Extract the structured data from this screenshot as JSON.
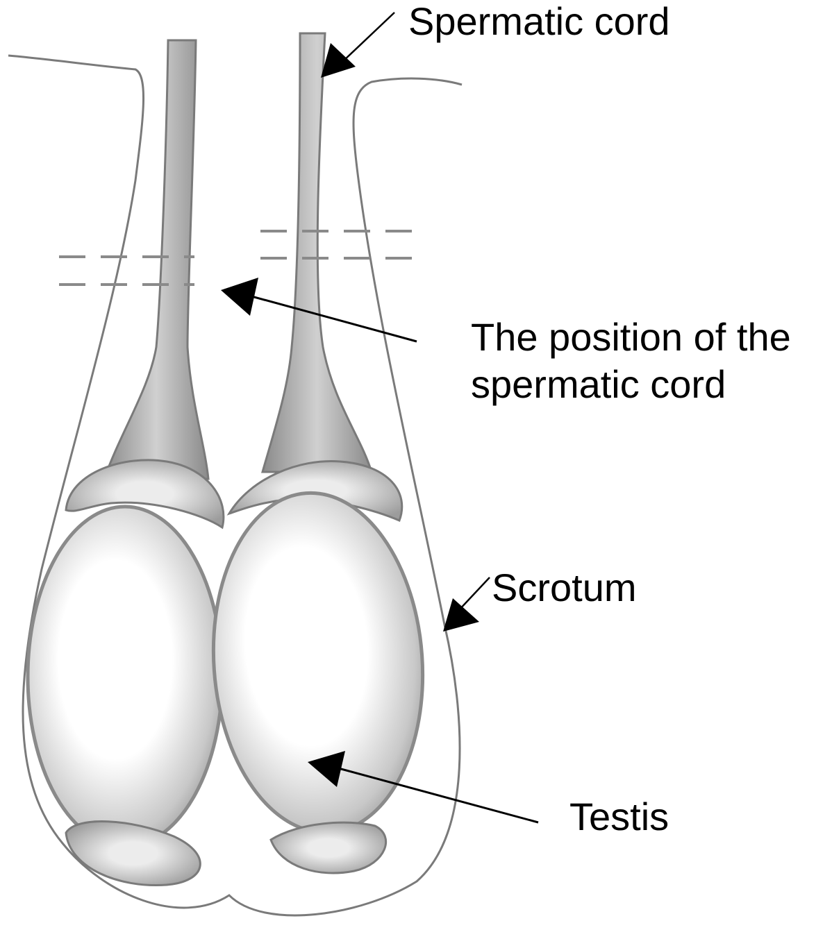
{
  "labels": {
    "spermatic_cord": "Spermatic cord",
    "position_line1": "The position of the",
    "position_line2": "spermatic cord",
    "scrotum": "Scrotum",
    "testis": "Testis"
  },
  "colors": {
    "outline": "#7a7a7a",
    "shade": "#9a9a9a",
    "arrow": "#000000",
    "background": "#ffffff"
  }
}
